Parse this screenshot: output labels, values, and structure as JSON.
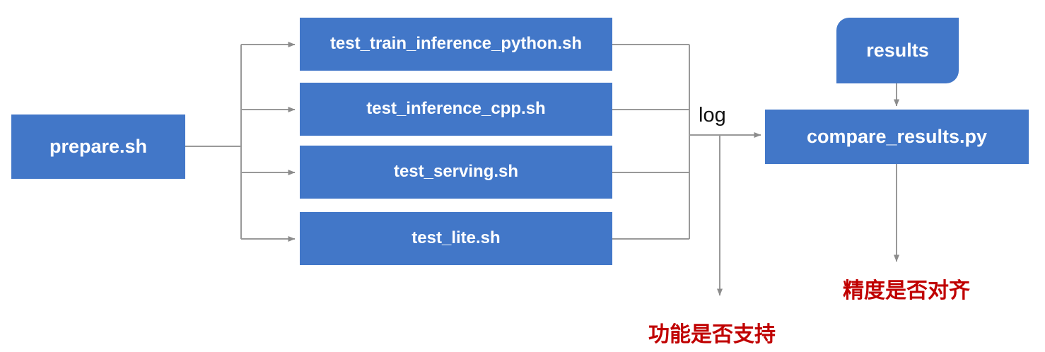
{
  "diagram": {
    "title": "paddle test tipc flow",
    "colors": {
      "node_blue": "#4277C8",
      "node_text": "#FFFFFF",
      "wire_gray": "#999999",
      "note_red": "#C00000",
      "background": "#FFFFFF"
    },
    "entry": {
      "label": "prepare.sh"
    },
    "tests": [
      {
        "label": "test_train_inference_python.sh"
      },
      {
        "label": "test_inference_cpp.sh"
      },
      {
        "label": "test_serving.sh"
      },
      {
        "label": "test_lite.sh"
      }
    ],
    "edge_labels": {
      "log": "log"
    },
    "results_node": {
      "label": "results"
    },
    "compare_node": {
      "label": "compare_results.py"
    },
    "notes": [
      {
        "id": "function-supported",
        "label": "功能是否支持"
      },
      {
        "id": "precision-aligned",
        "label": "精度是否对齐"
      }
    ]
  }
}
